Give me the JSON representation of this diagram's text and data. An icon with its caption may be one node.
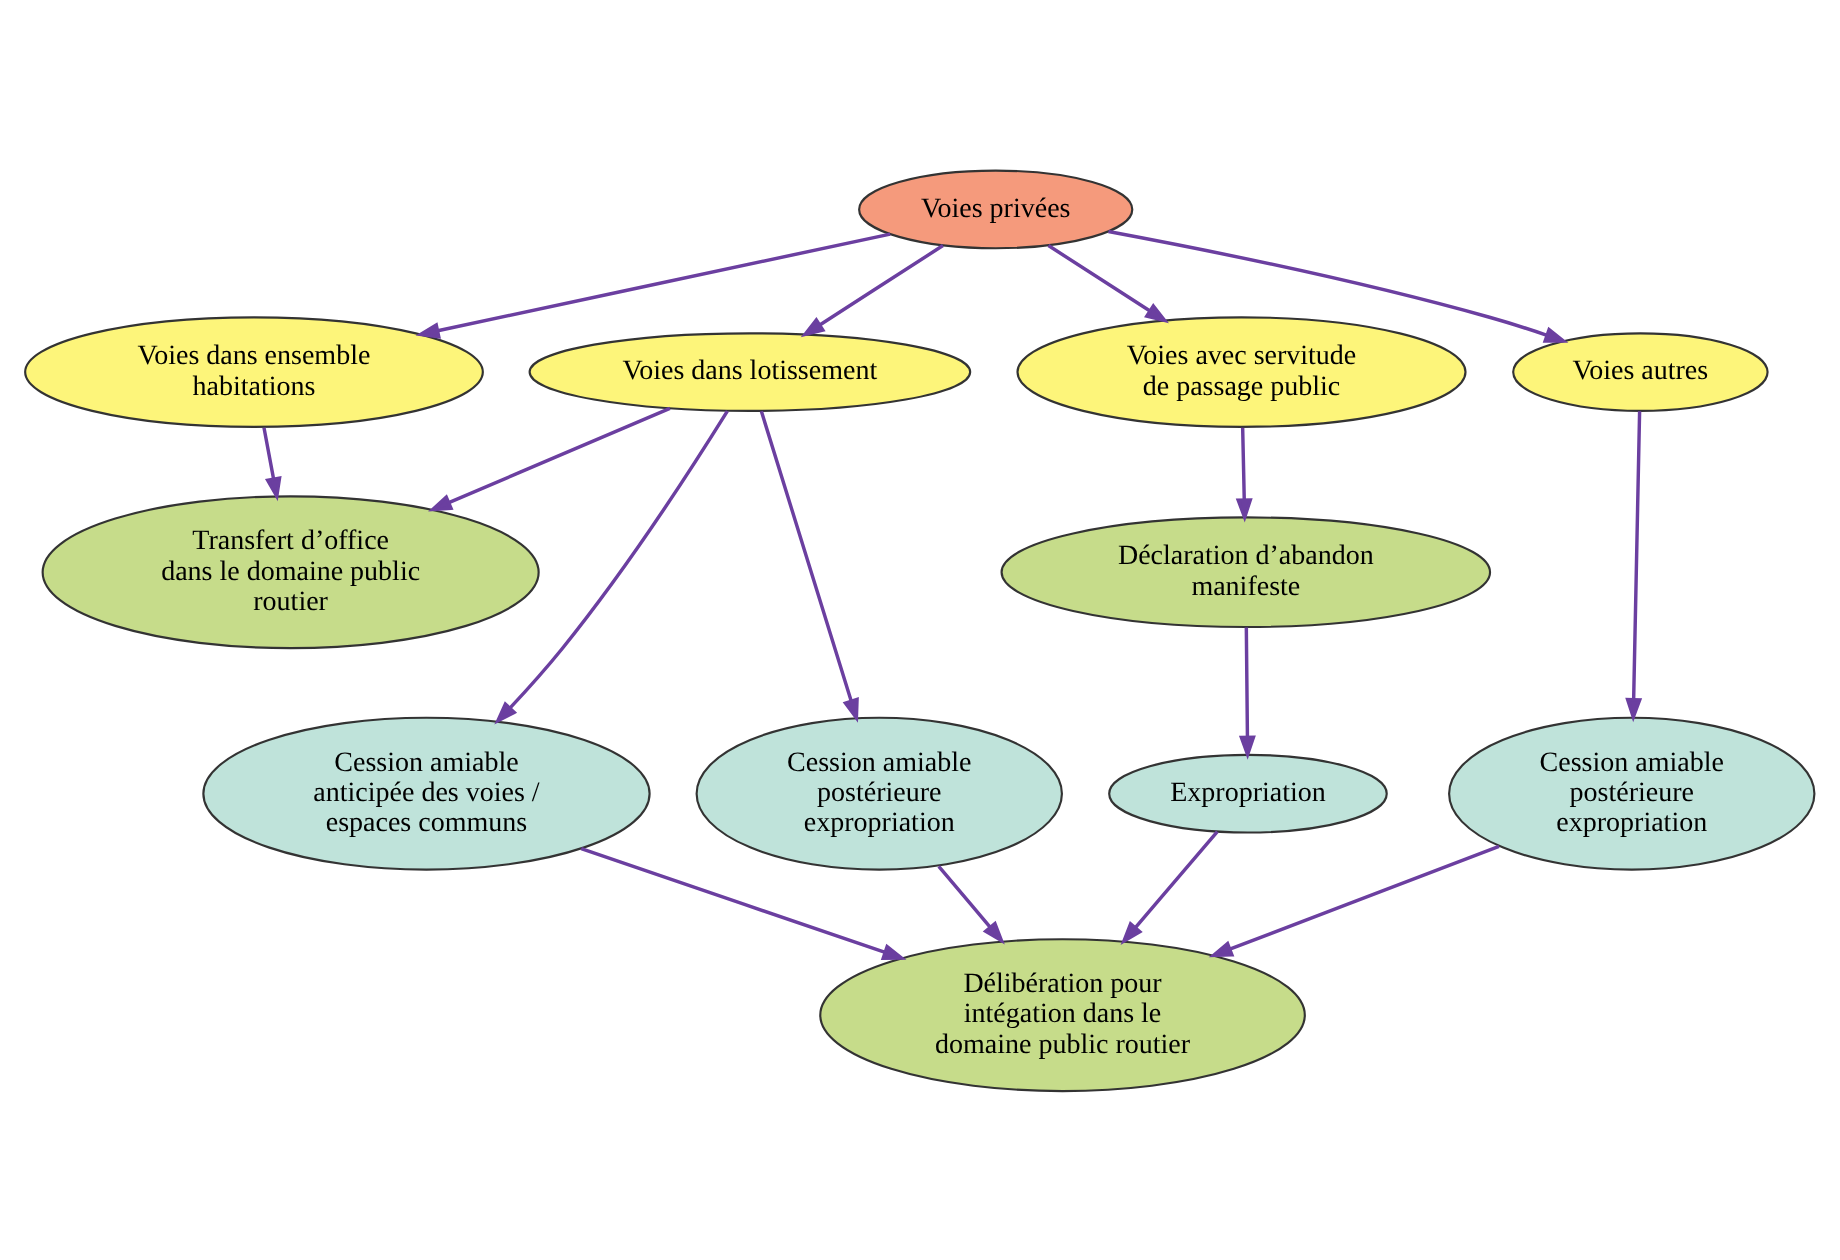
{
  "diagram": {
    "nodes": [
      {
        "text": [
          "Voies privées"
        ]
      },
      {
        "text": [
          "Voies dans lotissement"
        ]
      },
      {
        "text": [
          "Voies dans ensemble habitations"
        ]
      },
      {
        "text": [
          "Voies avec servitude de passage public"
        ]
      },
      {
        "text": [
          "Voies autres"
        ]
      },
      {
        "text": [
          "Transfert d’office dans le domaine public routier"
        ]
      },
      {
        "text": [
          "Déclaration d’abandon manifeste"
        ]
      },
      {
        "text": [
          "Cession amiable anticipée des voies / espaces communs"
        ]
      },
      {
        "text": [
          "Cession amiable postérieure expropriation"
        ]
      },
      {
        "text": [
          "Expropriation"
        ]
      },
      {
        "text": [
          "Cession amiable postérieure expropriation"
        ]
      },
      {
        "text": [
          "Délibération pour intégation dans le domaine public routier"
        ]
      }
    ],
    "edges": [
      {
        "from": 0,
        "to": 1,
        "arrow": "to"
      },
      {
        "from": 0,
        "to": 2,
        "arrow": "to"
      },
      {
        "from": 0,
        "to": 3,
        "arrow": "to"
      },
      {
        "from": 0,
        "to": 4,
        "arrow": "to"
      },
      {
        "from": 1,
        "to": 5,
        "arrow": "to"
      },
      {
        "from": 2,
        "to": 5,
        "arrow": "to"
      },
      {
        "from": 3,
        "to": 6,
        "arrow": "to"
      },
      {
        "from": 1,
        "to": 7,
        "arrow": "to"
      },
      {
        "from": 1,
        "to": 8,
        "arrow": "to"
      },
      {
        "from": 6,
        "to": 9,
        "arrow": "to"
      },
      {
        "from": 4,
        "to": 10,
        "arrow": "to"
      },
      {
        "from": 7,
        "to": 11,
        "arrow": "to"
      },
      {
        "from": 8,
        "to": 11,
        "arrow": "to"
      },
      {
        "from": 9,
        "to": 11,
        "arrow": "to"
      },
      {
        "from": 10,
        "to": 11,
        "arrow": "to"
      }
    ]
  }
}
